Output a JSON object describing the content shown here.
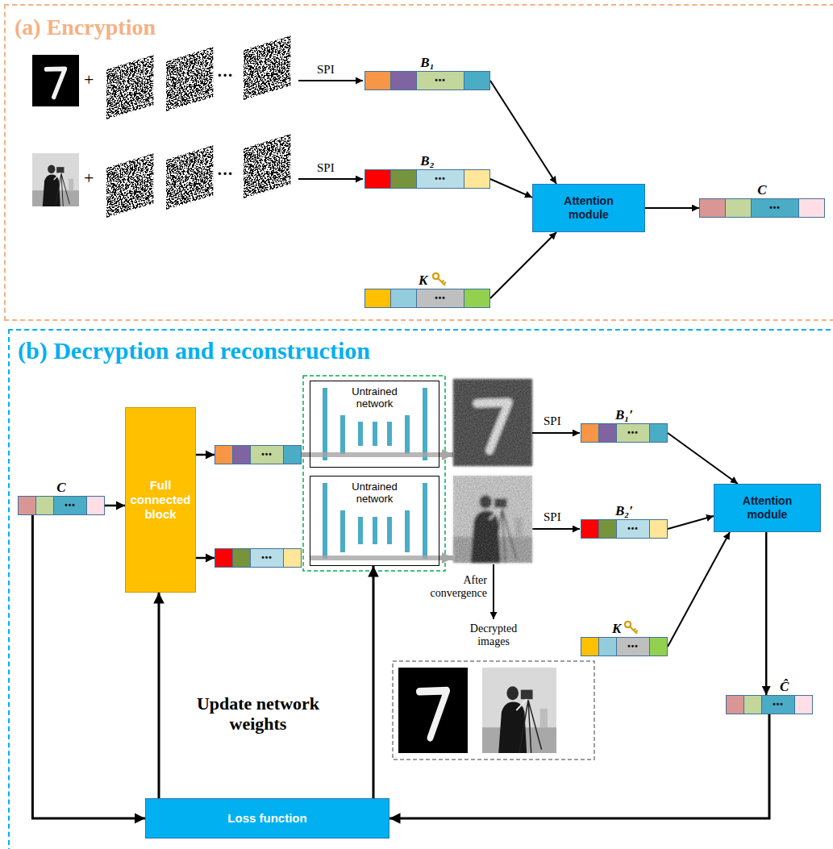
{
  "diagram": {
    "nodes": [
      {
        "text": [
          "(a) Encryption"
        ]
      },
      {
        "text": [
          "B₁",
          "•••"
        ],
        "in": 0
      },
      {
        "text": [
          "B₂",
          "•••"
        ],
        "in": 0
      },
      {
        "text": [
          "K",
          "•••"
        ],
        "in": 0
      },
      {
        "text": [
          "Attention module"
        ],
        "in": 0
      },
      {
        "text": [
          "C",
          "•••"
        ],
        "in": 0
      },
      {
        "text": [
          "(b) Decryption and reconstruction"
        ]
      },
      {
        "text": [
          "C",
          "•••"
        ],
        "in": 6
      },
      {
        "text": [
          "Full connected block"
        ],
        "in": 6
      },
      {
        "text": [
          "•••"
        ],
        "in": 6
      },
      {
        "text": [
          "•••"
        ],
        "in": 6
      },
      {
        "text": [
          "Untrained network"
        ],
        "in": 6
      },
      {
        "text": [
          "Untrained network"
        ],
        "in": 6
      },
      {
        "text": [
          "B₁′",
          "•••"
        ],
        "in": 6
      },
      {
        "text": [
          "B₂′",
          "•••"
        ],
        "in": 6
      },
      {
        "text": [
          "Attention module"
        ],
        "in": 6
      },
      {
        "text": [
          "K",
          "•••"
        ],
        "in": 6
      },
      {
        "text": [
          "Ĉ",
          "•••"
        ],
        "in": 6
      },
      {
        "text": [
          "Loss function"
        ],
        "in": 6
      }
    ],
    "edges": [
      {
        "from": 1,
        "to": 4,
        "arrow": "to"
      },
      {
        "from": 2,
        "to": 4,
        "arrow": "to"
      },
      {
        "from": 3,
        "to": 4,
        "arrow": "to"
      },
      {
        "from": 4,
        "to": 5,
        "arrow": "to"
      },
      {
        "from": 7,
        "to": 8,
        "arrow": "to"
      },
      {
        "from": 8,
        "to": 9,
        "arrow": "to"
      },
      {
        "from": 8,
        "to": 10,
        "arrow": "to"
      },
      {
        "from": 9,
        "to": 11,
        "arrow": "none"
      },
      {
        "from": 13,
        "to": 15,
        "arrow": "to"
      },
      {
        "from": 14,
        "to": 15,
        "arrow": "to"
      },
      {
        "from": 16,
        "to": 15,
        "arrow": "to"
      },
      {
        "from": 15,
        "to": 17,
        "arrow": "to"
      },
      {
        "from": 17,
        "to": 18,
        "arrow": "to"
      },
      {
        "from": 7,
        "to": 18,
        "arrow": "to"
      },
      {
        "from": 18,
        "to": 8,
        "arrow": "to"
      },
      {
        "from": 18,
        "to": 12,
        "arrow": "to"
      }
    ],
    "labels": [
      "+",
      "···",
      "SPI",
      "+",
      "···",
      "SPI",
      "SPI",
      "SPI",
      "After convergence",
      "Decrypted images",
      "Update network weights"
    ]
  }
}
